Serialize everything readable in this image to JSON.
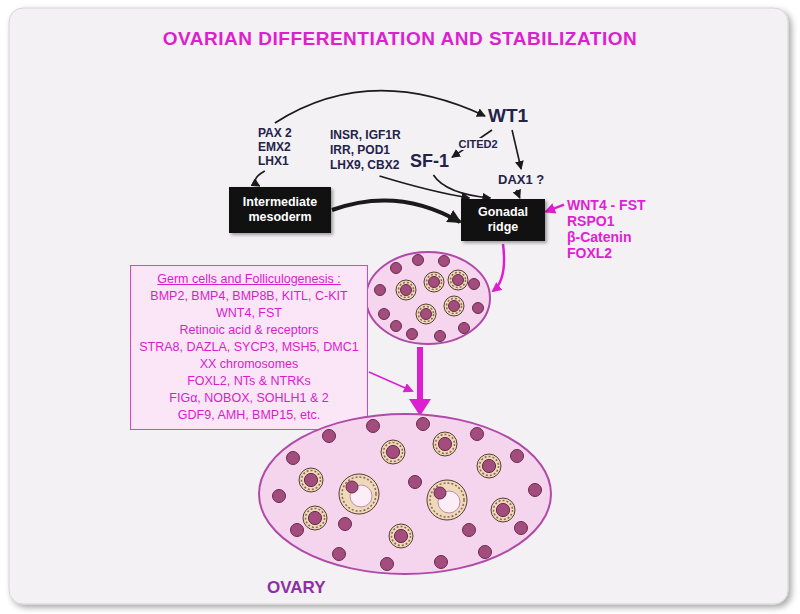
{
  "diagram": {
    "title": "OVARIAN DIFFERENTIATION AND STABILIZATION",
    "nodes": [
      {
        "text": [
          "WT1"
        ]
      },
      {
        "text": [
          "PAX 2",
          "EMX2",
          "LHX1"
        ]
      },
      {
        "text": [
          "INSR, IGF1R",
          "IRR, POD1",
          "LHX9, CBX2"
        ]
      },
      {
        "text": [
          "SF-1"
        ]
      },
      {
        "text": [
          "DAX1 ?"
        ]
      },
      {
        "text": [
          "Intermediate mesoderm"
        ]
      },
      {
        "text": [
          "Gonadal ridge"
        ]
      },
      {
        "text": [
          "WNT4 - FST",
          "RSPO1",
          "β-Catenin",
          "FOXL2"
        ]
      },
      {
        "text": [
          "Germ cells and Folliculogenesis :",
          "BMP2, BMP4, BMP8B, KITL, C-KIT",
          "WNT4, FST",
          "Retinoic acid & receptors",
          "STRA8, DAZLA, SYCP3, MSH5, DMC1",
          "XX chromosomes",
          "FOXL2, NTs & NTRKs",
          "FIGα, NOBOX, SOHLH1 & 2",
          "GDF9, AMH, BMP15, etc."
        ]
      },
      {
        "text": [
          "OVARY"
        ]
      }
    ],
    "edges": [
      {
        "from": 1,
        "to": 0,
        "arrow": "to"
      },
      {
        "from": 1,
        "to": 5,
        "arrow": "to"
      },
      {
        "from": 2,
        "to": 6,
        "arrow": "to"
      },
      {
        "from": 0,
        "to": 3,
        "label": "CITED2",
        "arrow": "to"
      },
      {
        "from": 0,
        "to": 4,
        "arrow": "to"
      },
      {
        "from": 3,
        "to": 6,
        "arrow": "to"
      },
      {
        "from": 4,
        "to": 6,
        "arrow": "to"
      },
      {
        "from": 5,
        "to": 6,
        "arrow": "to"
      },
      {
        "from": 7,
        "to": 6,
        "arrow": "to"
      }
    ]
  }
}
